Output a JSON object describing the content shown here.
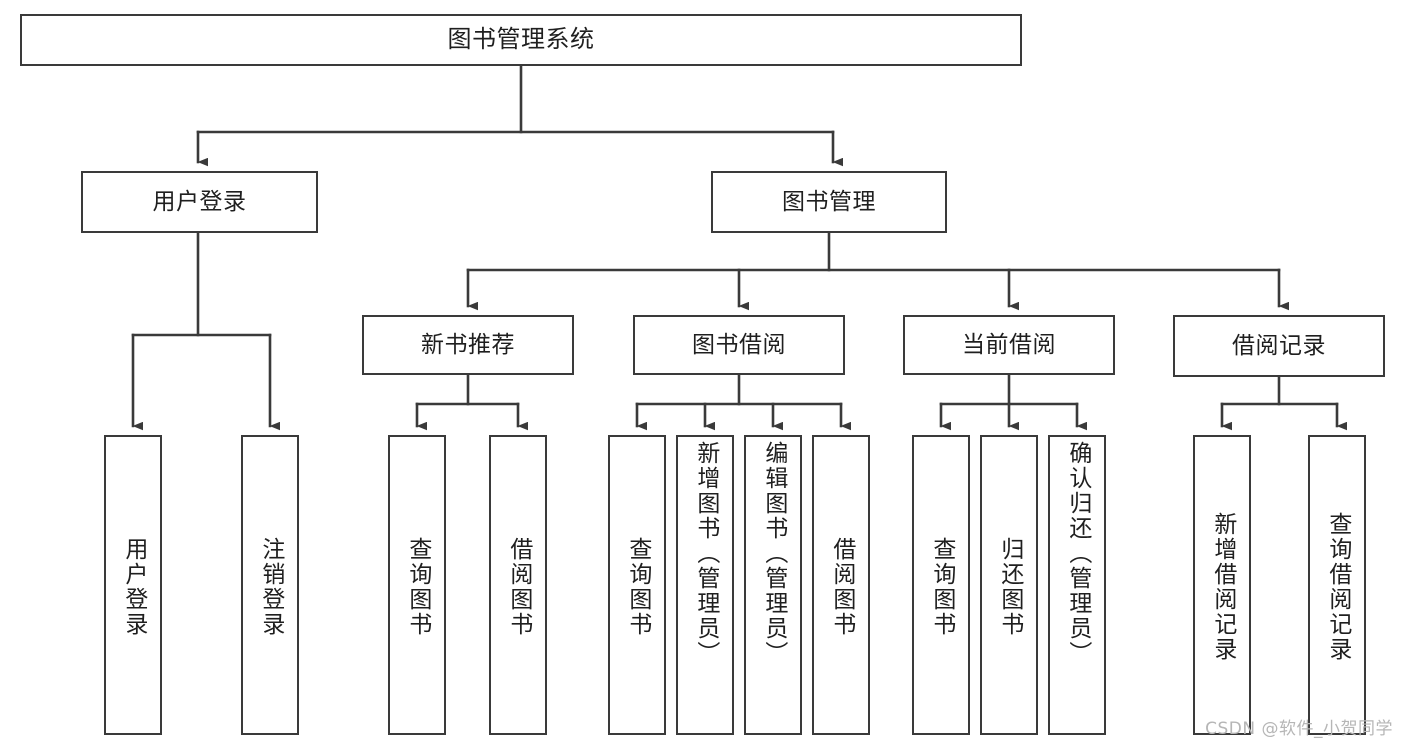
{
  "diagram": {
    "title": "图书管理系统",
    "type": "tree-hierarchy-diagram",
    "background_color": "#ffffff",
    "stroke_color": "#3a3a3a",
    "text_color": "#1f1f1f",
    "watermark": "CSDN @软件_小贺同学",
    "levels": {
      "root": "图书管理系统",
      "level2": [
        "用户登录",
        "图书管理"
      ],
      "level3": [
        "新书推荐",
        "图书借阅",
        "当前借阅",
        "借阅记录"
      ]
    },
    "nodes": {
      "root": {
        "label": "图书管理系统"
      },
      "user_login": {
        "label": "用户登录"
      },
      "book_manage": {
        "label": "图书管理"
      },
      "new_book_rec": {
        "label": "新书推荐"
      },
      "book_borrow": {
        "label": "图书借阅"
      },
      "current_borrow": {
        "label": "当前借阅"
      },
      "borrow_record": {
        "label": "借阅记录"
      },
      "leaf_user_login": {
        "label": "用户登录"
      },
      "leaf_user_logout": {
        "label": "注销登录"
      },
      "leaf_query_book_1": {
        "label": "查询图书"
      },
      "leaf_borrow_book_1": {
        "label": "借阅图书"
      },
      "leaf_query_book_2": {
        "label": "查询图书"
      },
      "leaf_add_book": {
        "label": "新增图书（管理员）"
      },
      "leaf_edit_book": {
        "label": "编辑图书（管理员）"
      },
      "leaf_borrow_book_2": {
        "label": "借阅图书"
      },
      "leaf_query_book_3": {
        "label": "查询图书"
      },
      "leaf_return_book": {
        "label": "归还图书"
      },
      "leaf_confirm_return": {
        "label": "确认归还（管理员）"
      },
      "leaf_add_record": {
        "label": "新增借阅记录"
      },
      "leaf_query_record": {
        "label": "查询借阅记录"
      }
    }
  }
}
